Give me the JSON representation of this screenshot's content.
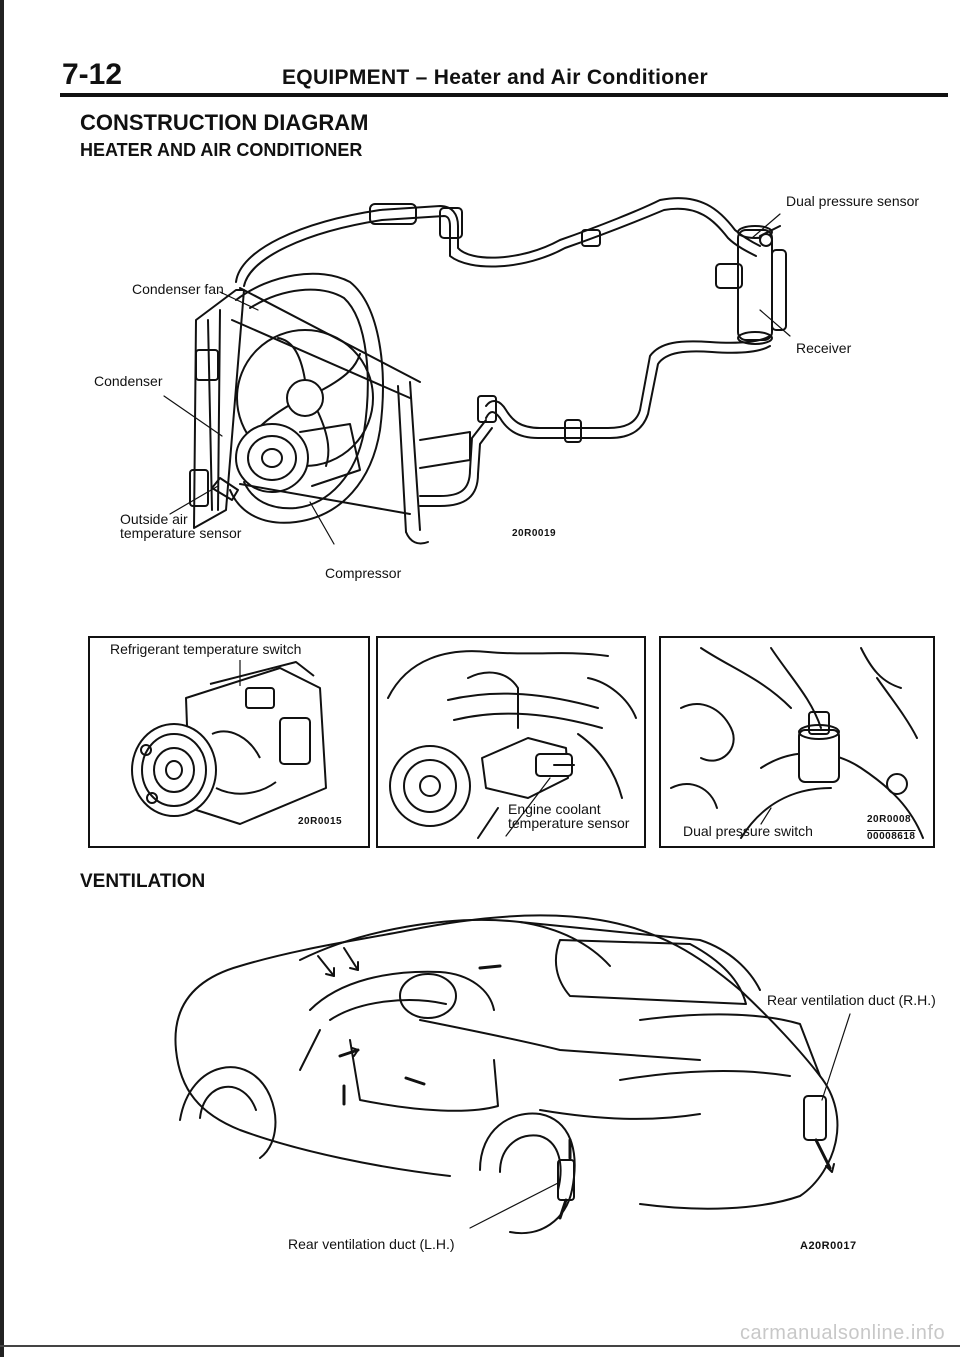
{
  "header": {
    "page_number": "7-12",
    "title": "EQUIPMENT – Heater and Air Conditioner"
  },
  "construction": {
    "section_title": "CONSTRUCTION DIAGRAM",
    "subsection_title": "HEATER AND AIR CONDITIONER",
    "labels": {
      "condenser_fan": "Condenser fan",
      "condenser": "Condenser",
      "outside_air_sensor_line1": "Outside air",
      "outside_air_sensor_line2": "temperature sensor",
      "compressor": "Compressor",
      "dual_pressure_sensor": "Dual pressure sensor",
      "receiver": "Receiver"
    },
    "figure_code": "20R0019"
  },
  "detail_panels": [
    {
      "label": "Refrigerant temperature switch",
      "code": "20R0015"
    },
    {
      "label_line1": "Engine coolant",
      "label_line2": "temperature sensor"
    },
    {
      "label": "Dual pressure switch",
      "code": "20R0008",
      "code2": "00008618"
    }
  ],
  "ventilation": {
    "section_title": "VENTILATION",
    "rear_rh": "Rear ventilation duct (R.H.)",
    "rear_lh": "Rear ventilation duct (L.H.)",
    "figure_code": "A20R0017"
  },
  "watermark": "carmanualsonline.info"
}
